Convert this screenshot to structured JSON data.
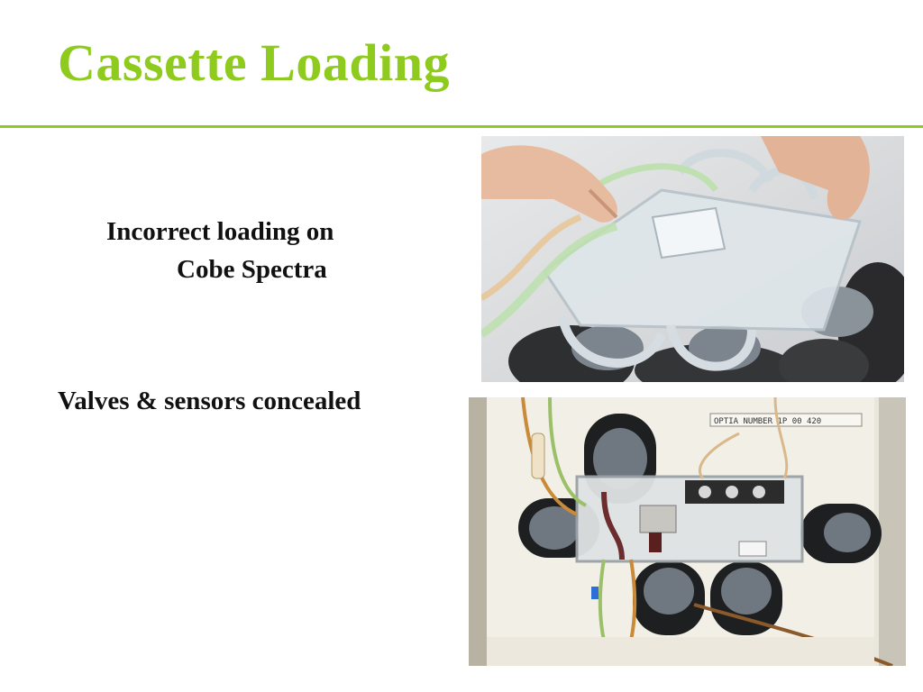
{
  "slide": {
    "title": "Cassette Loading",
    "text1_line1": "Incorrect loading on",
    "text1_line2": "Cobe Spectra",
    "text2": "Valves & sensors concealed",
    "photo2_label": "OPTIA NUMBER 1P 00 420"
  },
  "colors": {
    "accent": "#8fcb1e",
    "text": "#111111"
  }
}
